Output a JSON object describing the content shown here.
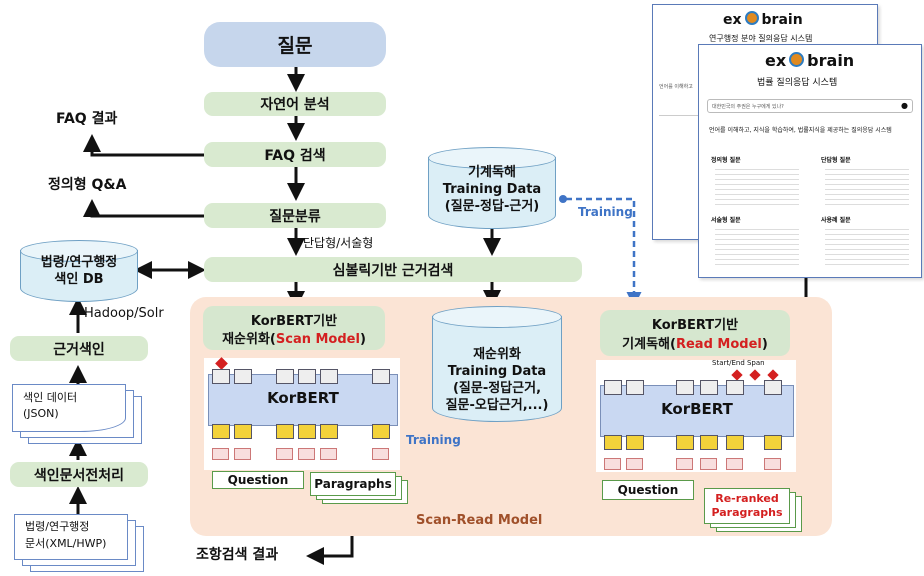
{
  "flow": {
    "question": "질문",
    "nl_analysis": "자연어 분석",
    "faq_search": "FAQ 검색",
    "question_classification": "질문분류",
    "evidence_search": "심볼릭기반 근거검색",
    "qtype_label": "단답형/서술형"
  },
  "outputs": {
    "faq_result": "FAQ 결과",
    "definition_qa": "정의형 Q&A",
    "article_result": "조항검색 결과"
  },
  "indexing": {
    "db_title": "법령/연구행정\n색인 DB",
    "hadoop": "Hadoop/Solr",
    "evidence_index": "근거색인",
    "index_data": "색인 데이터\n(JSON)",
    "preprocess": "색인문서전처리",
    "source_docs": "법령/연구행정\n문서(XML/HWP)"
  },
  "training": {
    "mrc_data": "기계독해\nTraining Data\n(질문-정답-근거)",
    "rerank_data": "재순위화\nTraining Data\n(질문-정답근거,\n질문-오답근거,...)",
    "label_top": "Training",
    "label_bottom": "Training"
  },
  "scan_read": {
    "group_label": "Scan-Read Model",
    "scan_title_1": "KorBERT기반",
    "scan_title_2a": "재순위화(",
    "scan_title_2b": "Scan Model",
    "scan_title_2c": ")",
    "read_title_1": "KorBERT기반",
    "read_title_2a": "기계독해(",
    "read_title_2b": "Read Model",
    "read_title_2c": ")",
    "korbert": "KorBERT",
    "start_end": "Start/End Span",
    "question": "Question",
    "paragraphs": "Paragraphs",
    "reranked": "Re-ranked\nParagraphs"
  },
  "screens": {
    "back_logo_a": "ex",
    "back_logo_b": "brain",
    "back_subtitle": "연구행정 분야 질의응답 시스템",
    "front_logo_a": "ex",
    "front_logo_b": "brain",
    "front_subtitle": "법률 질의응답 시스템",
    "search_placeholder": "대한민국의 주권은 누구에게 있나?",
    "desc": "언어를 이해하고, 지식을 학습하여, 법률지식을 제공하는 질의응답 시스템",
    "cat1": "정의형 질문",
    "cat2": "단답형 질문",
    "cat3": "서술형 질문",
    "cat4": "사용례 질문"
  },
  "colors": {
    "green_pill": "#d9ead0",
    "blue_pill": "#c6d6ec",
    "orange_group": "#fbe4d5",
    "red_text": "#d42020",
    "training_arrow": "#3f74c6"
  }
}
